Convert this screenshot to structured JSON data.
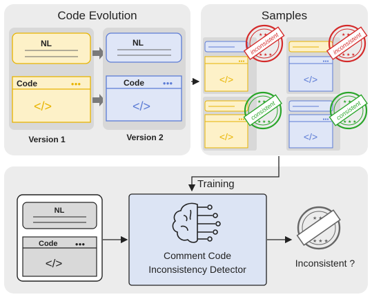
{
  "code_evolution": {
    "title": "Code Evolution",
    "v1": {
      "nl_label": "NL",
      "code_label": "Code",
      "dots": "●●●",
      "code_icon": "</>",
      "caption": "Version 1",
      "color": "#e8b400"
    },
    "v2": {
      "nl_label": "NL",
      "code_label": "Code",
      "dots": "●●●",
      "code_icon": "</>",
      "caption": "Version 2",
      "color": "#5b7bd5"
    }
  },
  "samples": {
    "title": "Samples",
    "cards": [
      {
        "stamp": "inconsistent",
        "code_icon": "</>"
      },
      {
        "stamp": "inconsistent",
        "code_icon": "</>"
      },
      {
        "stamp": "consistent",
        "code_icon": "</>"
      },
      {
        "stamp": "consistent",
        "code_icon": "</>"
      }
    ]
  },
  "training": {
    "label": "Training"
  },
  "input_doc": {
    "nl_label": "NL",
    "code_label": "Code",
    "dots": "●●●",
    "code_icon": "</>"
  },
  "detector": {
    "line1": "Comment Code",
    "line2": "Inconsistency  Detector"
  },
  "output": {
    "label": "Inconsistent ?"
  },
  "colors": {
    "panel": "#ececec",
    "yellow": "#e8b400",
    "yellow_fill": "#fdf1c8",
    "blue": "#5b7bd5",
    "blue_fill": "#dfe6f7",
    "red": "#d42a2a",
    "green": "#2aa52a",
    "detector_fill": "#dce4f4"
  }
}
